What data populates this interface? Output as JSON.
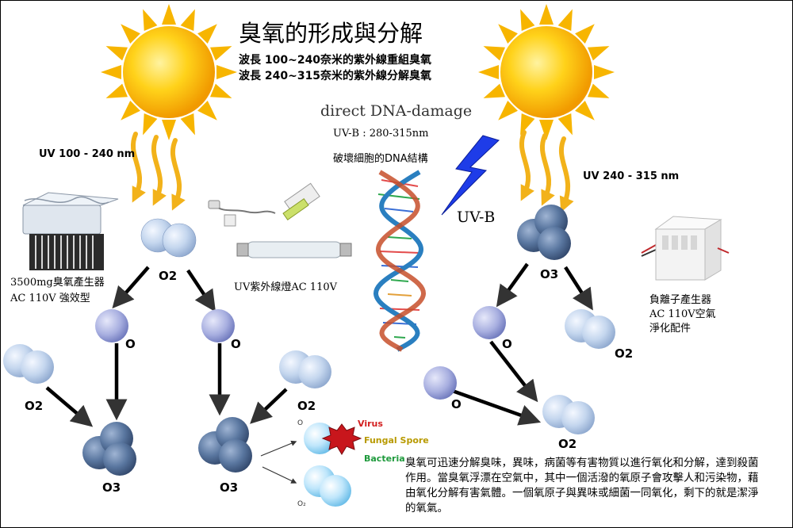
{
  "title": "臭氧的形成與分解",
  "subtitle_lines": [
    "波長 100~240奈米的紫外線重組臭氧",
    "波長 240~315奈米的紫外線分解臭氧"
  ],
  "dna_heading": "direct DNA-damage",
  "uvb_range": "UV-B : 280-315nm",
  "dna_desc": "破壞細胞的DNA結構",
  "uvb_label": "UV-B",
  "uv_left_label": "UV 100 - 240 nm",
  "uv_right_label": "UV 240 - 315 nm",
  "ozone_generator_caption": [
    "3500mg臭氧產生器",
    "AC 110V 強效型"
  ],
  "uv_lamp_caption": "UV紫外線燈AC 110V",
  "ion_generator_caption": [
    "負離子產生器",
    "AC 110V空氣",
    "淨化配件"
  ],
  "molecules": {
    "o2": "O2",
    "o": "O",
    "o3": "O3",
    "o_small": "O",
    "o2_small": "O₂"
  },
  "targets": {
    "virus": "Virus",
    "fungal": "Fungal Spore",
    "bacteria": "Bacteria"
  },
  "description": "臭氧可迅速分解臭味，異味，病菌等有害物質以進行氧化和分解，達到殺菌作用。當臭氧浮漂在空氣中，其中一個活潑的氧原子會攻擊人和污染物，藉由氧化分解有害氣體。一個氧原子與異味或細菌一同氧化，剩下的就是潔淨的氧氣。",
  "colors": {
    "sun": "#f5b800",
    "uv_arrow": "#f2b21a",
    "light_molecule": "#b9cde6",
    "dark_molecule": "#4f6d96",
    "o_atom": "#9aa3d8",
    "lightning": "#1e3ce8",
    "virus": "#d32020"
  }
}
